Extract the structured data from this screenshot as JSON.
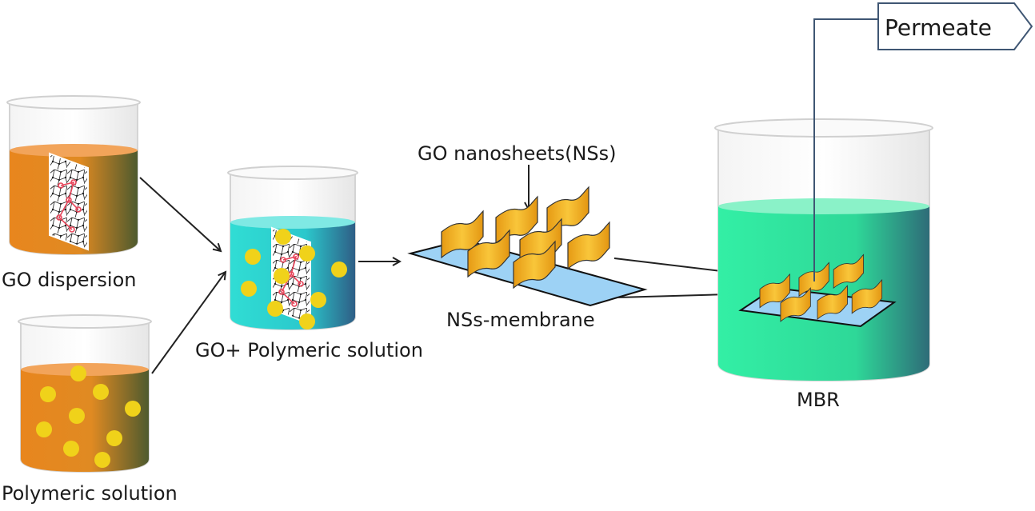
{
  "labels": {
    "go_dispersion": "GO dispersion",
    "polymeric_solution": "Polymeric solution",
    "go_polymeric_solution": "GO+ Polymeric solution",
    "go_nanosheets": "GO nanosheets(NSs)",
    "nss_membrane": "NSs-membrane",
    "mbr": "MBR",
    "permeate": "Permeate"
  },
  "colors": {
    "orange_liquid": "#E8861E",
    "teal_liquid": "#2ED8D0",
    "green_liquid": "#2EE6A0",
    "particle_yellow": "#F0D21A",
    "nanosheet_gold": "#F2B51E",
    "membrane_blue": "#9DD2F5",
    "outlet_pipe": "#3F5673",
    "arrow": "#222222"
  }
}
